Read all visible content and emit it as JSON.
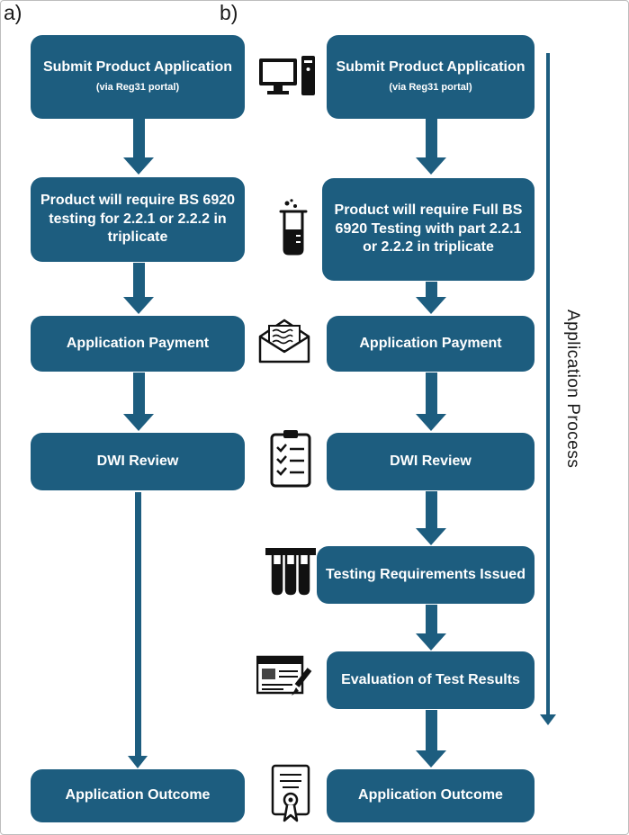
{
  "labels": {
    "a": "a)",
    "b": "b)"
  },
  "colors": {
    "box": "#1d5d7f",
    "box_text": "#ffffff",
    "icon": "#111111"
  },
  "col_a": {
    "steps": [
      {
        "title": "Submit Product Application",
        "suffix": "(via Reg31 portal)"
      },
      {
        "title": "Product will require BS 6920 testing for 2.2.1 or 2.2.2 in triplicate"
      },
      {
        "title": "Application Payment"
      },
      {
        "title": "DWI Review"
      },
      {
        "title": "Application Outcome"
      }
    ]
  },
  "col_b": {
    "steps": [
      {
        "title": "Submit Product Application",
        "suffix": "(via Reg31 portal)",
        "icon": "desktop-computer-icon"
      },
      {
        "title": "Product will require Full BS 6920 Testing with part 2.2.1 or 2.2.2 in triplicate",
        "icon": "beaker-icon"
      },
      {
        "title": "Application Payment",
        "icon": "envelope-payment-icon"
      },
      {
        "title": "DWI Review",
        "icon": "checklist-clipboard-icon"
      },
      {
        "title": "Testing Requirements Issued",
        "icon": "test-tubes-icon"
      },
      {
        "title": "Evaluation of Test Results",
        "icon": "report-pencil-icon"
      },
      {
        "title": "Application Outcome",
        "icon": "certificate-icon"
      }
    ]
  },
  "side_arrow": {
    "label": "Application Process"
  }
}
